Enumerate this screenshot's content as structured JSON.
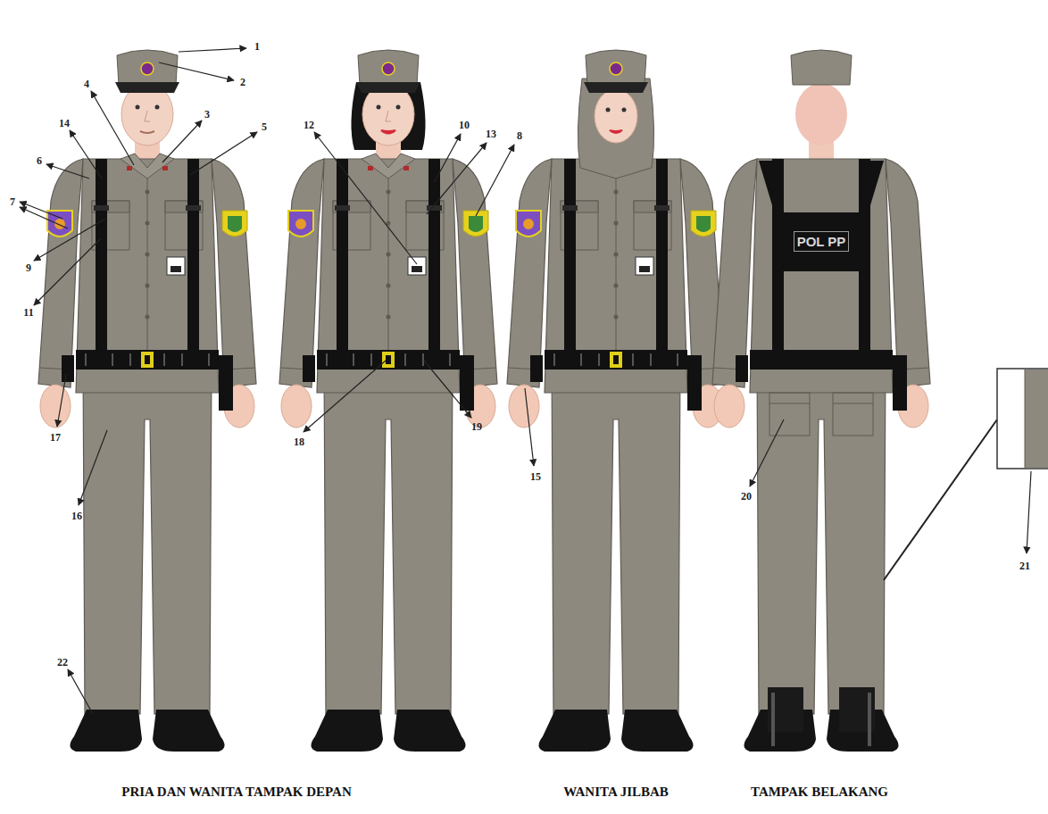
{
  "diagram": {
    "nodes": [
      {
        "text": [
          "POL PP"
        ]
      }
    ],
    "labels": [
      "1",
      "2",
      "3",
      "4",
      "5",
      "6",
      "7",
      "8",
      "9",
      "10",
      "11",
      "12",
      "13",
      "14",
      "15",
      "16",
      "17",
      "18",
      "19",
      "20",
      "21",
      "22",
      "PRIA DAN WANITA TAMPAK DEPAN",
      "WANITA JILBAB",
      "TAMPAK BELAKANG"
    ]
  }
}
